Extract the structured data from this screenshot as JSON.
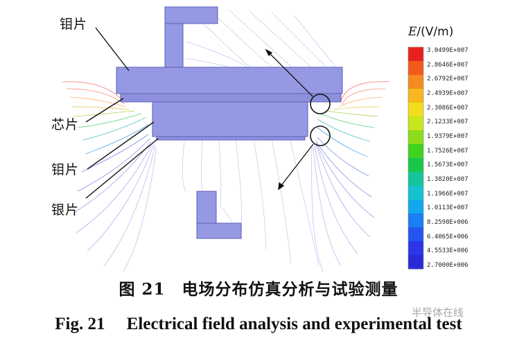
{
  "labels": {
    "mo_top": "钼片",
    "chip": "芯片",
    "mo_bottom": "钼片",
    "ag": "银片"
  },
  "legend": {
    "title_var": "E",
    "title_unit": "/(V/m)",
    "ticks": [
      "3.0499E+007",
      "2.8646E+007",
      "2.6792E+007",
      "2.4939E+007",
      "2.3086E+007",
      "2.1233E+007",
      "1.9379E+007",
      "1.7526E+007",
      "1.5673E+007",
      "1.3820E+007",
      "1.1966E+007",
      "1.0113E+007",
      "8.2598E+006",
      "6.4065E+006",
      "4.5533E+006",
      "2.7000E+006"
    ],
    "colors": [
      "#e8201e",
      "#f25a1c",
      "#f58a1f",
      "#f8b61f",
      "#f3de1d",
      "#c8e61c",
      "#8cdc1c",
      "#3fd21e",
      "#19c84a",
      "#17c49a",
      "#14c2cf",
      "#13a8ec",
      "#1b7ef2",
      "#2456f0",
      "#2c36e8",
      "#2c2ad8"
    ]
  },
  "caption": {
    "cn": "图 21　电场分布仿真分析与试验测量",
    "en": "Fig. 21　 Electrical field analysis and experimental test"
  },
  "watermark": "半导体在线",
  "colors": {
    "component": "#9598e2",
    "component_edge": "#5b5fb8"
  }
}
